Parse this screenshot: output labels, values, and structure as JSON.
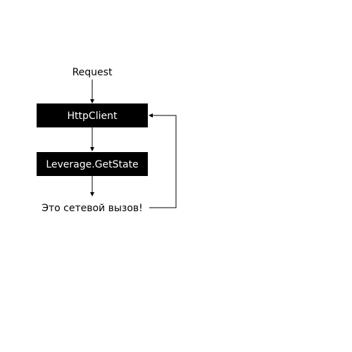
{
  "diagram": {
    "nodes": {
      "request": {
        "label": "Request"
      },
      "http_client": {
        "label": "HttpClient"
      },
      "leverage_get_state": {
        "label": "Leverage.GetState"
      },
      "network_call": {
        "label": "Это сетевой вызов!"
      }
    },
    "colors": {
      "box_fill": "#000000",
      "box_text": "#ffffff",
      "text": "#000000",
      "line": "#000000",
      "background": "#ffffff"
    }
  }
}
